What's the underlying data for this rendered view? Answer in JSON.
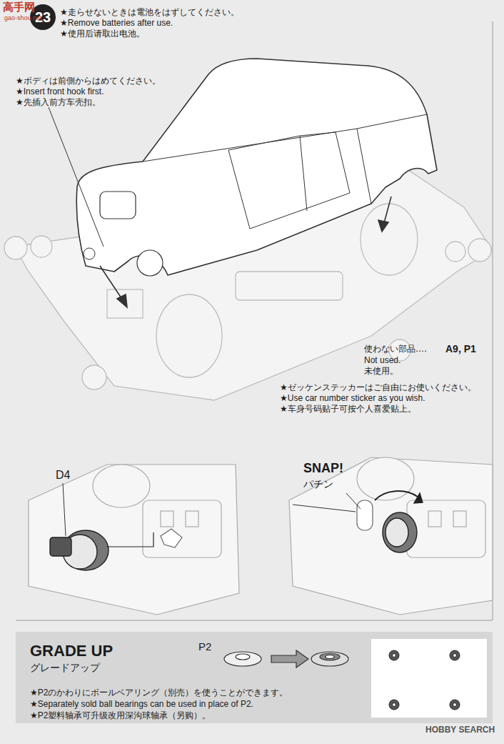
{
  "diagram": {
    "nodes": [
      {
        "text": [
          "23"
        ]
      },
      {
        "text": [
          "GRADE UP",
          "グレードアップ",
          "P2",
          "★P2のかわりにボールベアリング（別売）を使うことができます。",
          "★Separately sold ball bearings can be used in place of P2.",
          "★P2塑料轴承可升级改用深沟球轴承（另购）。"
        ]
      }
    ],
    "edges": [],
    "labels": [
      "高手网",
      "gao-shou.net",
      "★走らせないときは電池をはずしてください。",
      "★Remove batteries after use.",
      "★使用后请取出电池。",
      "★ボディは前側からはめてください。",
      "★Insert front hook first.",
      "★先插入前方车壳扣。",
      "使わない部品‥‥",
      "A9, P1",
      "Not used.",
      "未使用。",
      "★ゼッケンステッカーはご自由にお使いください。",
      "★Use car number sticker as you wish.",
      "★车身号码贴子可按个人喜爱贴上。",
      "D4",
      "SNAP!",
      "パチン",
      "HOBBY SEARCH"
    ]
  }
}
